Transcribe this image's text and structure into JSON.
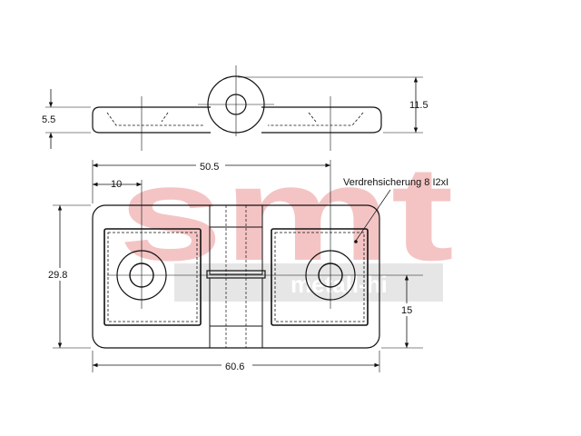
{
  "colors": {
    "watermark_red": "#f4c4c4",
    "watermark_gray": "#e6e6e6",
    "line": "#111111"
  },
  "watermark": {
    "logo_text": "smt",
    "subtext": "metall-hi"
  },
  "dimensions": {
    "thickness": "5.5",
    "knuckle_height": "11.5",
    "hole_spacing": "50.5",
    "hole_offset": "10",
    "overall_width": "60.6",
    "overall_height": "29.8",
    "hole_center_height": "15"
  },
  "annotation": {
    "anti_rotation": "Verdrehsicherung 8 I2xI"
  }
}
